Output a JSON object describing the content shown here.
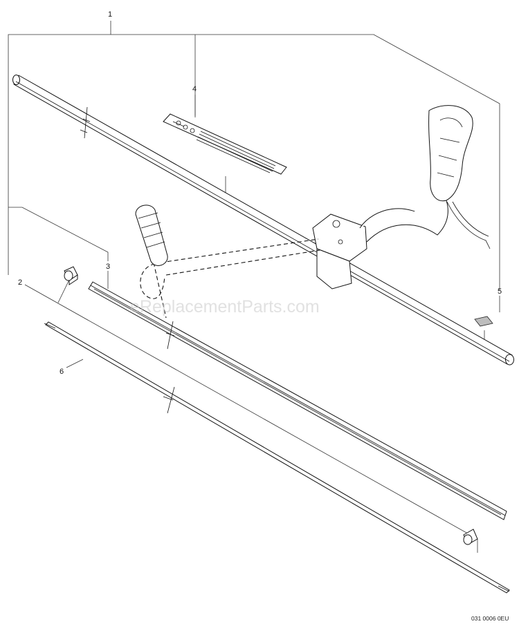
{
  "callouts": [
    {
      "id": "1",
      "label": "1"
    },
    {
      "id": "2",
      "label": "2"
    },
    {
      "id": "3",
      "label": "3"
    },
    {
      "id": "4",
      "label": "4"
    },
    {
      "id": "5",
      "label": "5"
    },
    {
      "id": "6",
      "label": "6"
    }
  ],
  "watermark": "eReplacementParts.com",
  "diagram_code": "031 0006 0EU",
  "colors": {
    "line": "#111111",
    "label_fill": "#bdbdbd",
    "watermark": "#c8c8c8"
  }
}
